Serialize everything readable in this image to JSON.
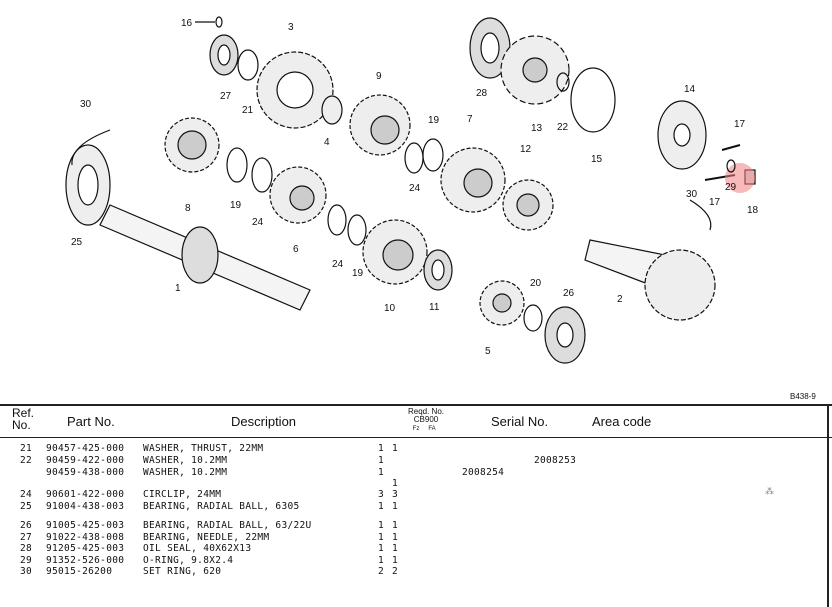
{
  "diagram": {
    "figure_code": "B438-9",
    "callouts": [
      "16",
      "3",
      "27",
      "21",
      "9",
      "4",
      "19",
      "19",
      "19",
      "24",
      "24",
      "24",
      "30",
      "30",
      "8",
      "25",
      "1",
      "6",
      "7",
      "12",
      "10",
      "11",
      "28",
      "13",
      "22",
      "15",
      "14",
      "17",
      "17",
      "29",
      "18",
      "20",
      "26",
      "2",
      "5"
    ]
  },
  "table": {
    "headers": {
      "ref_no": "Ref. No.",
      "part_no": "Part No.",
      "description": "Description",
      "reqd_no": "Reqd. No.",
      "model": "CB900",
      "fz": "Fz",
      "fa": "FA",
      "serial_no": "Serial No.",
      "area_code": "Area code"
    },
    "rows": [
      {
        "ref": "21",
        "part": "90457-425-000",
        "desc": "WASHER, THRUST, 22MM",
        "fz": "1",
        "fa": "1",
        "serial_a": "",
        "serial_b": ""
      },
      {
        "ref": "22",
        "part": "90459-422-000",
        "desc": "WASHER, 10.2MM",
        "fz": "1",
        "fa": "",
        "serial_a": "",
        "serial_b": "2008253"
      },
      {
        "ref": "",
        "part": "90459-438-000",
        "desc": "WASHER, 10.2MM",
        "fz": "1",
        "fa": "",
        "serial_a": "2008254",
        "serial_b": ""
      },
      {
        "ref": "",
        "part": "",
        "desc": "",
        "fz": "",
        "fa": "1",
        "serial_a": "",
        "serial_b": ""
      },
      {
        "ref": "24",
        "part": "90601-422-000",
        "desc": "CIRCLIP, 24MM",
        "fz": "3",
        "fa": "3",
        "serial_a": "",
        "serial_b": ""
      },
      {
        "ref": "25",
        "part": "91004-438-003",
        "desc": "BEARING, RADIAL BALL, 6305",
        "fz": "1",
        "fa": "1",
        "serial_a": "",
        "serial_b": ""
      },
      {
        "ref": "26",
        "part": "91005-425-003",
        "desc": "BEARING, RADIAL BALL, 63/22U",
        "fz": "1",
        "fa": "1",
        "serial_a": "",
        "serial_b": ""
      },
      {
        "ref": "27",
        "part": "91022-438-008",
        "desc": "BEARING, NEEDLE, 22MM",
        "fz": "1",
        "fa": "1",
        "serial_a": "",
        "serial_b": ""
      },
      {
        "ref": "28",
        "part": "91205-425-003",
        "desc": "OIL SEAL, 40X62X13",
        "fz": "1",
        "fa": "1",
        "serial_a": "",
        "serial_b": ""
      },
      {
        "ref": "29",
        "part": "91352-526-000",
        "desc": "O-RING, 9.8X2.4",
        "fz": "1",
        "fa": "1",
        "serial_a": "",
        "serial_b": ""
      },
      {
        "ref": "30",
        "part": "95015-26200",
        "desc": "SET RING, 620",
        "fz": "2",
        "fa": "2",
        "serial_a": "",
        "serial_b": ""
      }
    ]
  },
  "colors": {
    "highlight": "#f08080",
    "ink": "#111111"
  }
}
